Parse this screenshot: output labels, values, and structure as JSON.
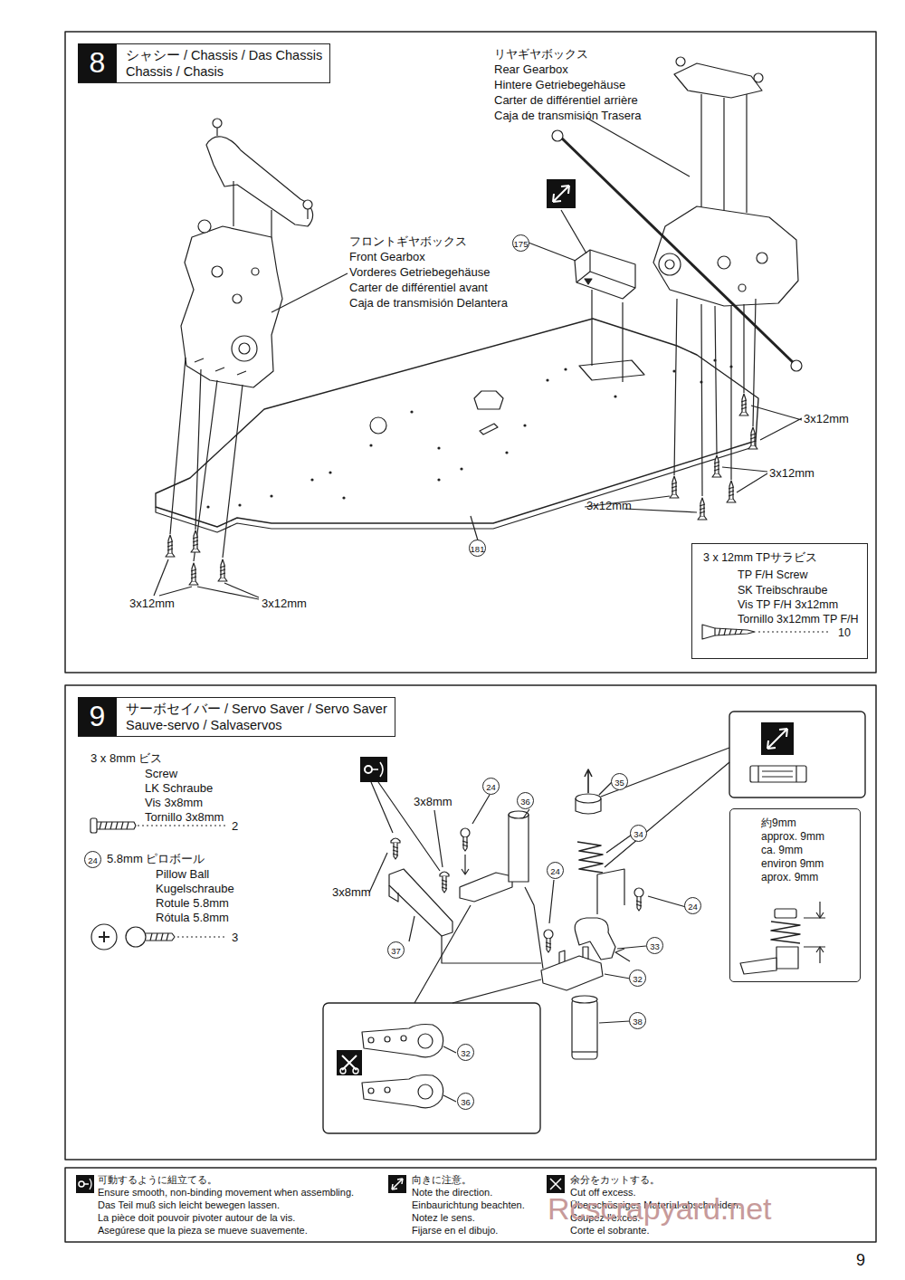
{
  "diagram": {
    "nodes": [
      {
        "text": [
          "8",
          "シャシー / Chassis / Das Chassis",
          "Chassis / Chasis"
        ]
      },
      {
        "text": [
          "3 x 12mm TPサラビス",
          "TP F/H Screw",
          "SK Treibschraube",
          "Vis TP F/H 3x12mm",
          "Tornillo 3x12mm TP F/H",
          "10"
        ]
      },
      {
        "text": [
          "9",
          "サーボセイバー / Servo Saver / Servo Saver",
          "Sauve-servo / Salvaservos"
        ]
      },
      {
        "text": [
          "約9mm",
          "approx. 9mm",
          "ca. 9mm",
          "environ 9mm",
          "aprox. 9mm"
        ]
      }
    ],
    "labels": [
      "リヤギヤボックス",
      "Rear Gearbox",
      "Hintere Getriebegehäuse",
      "Carter de différentiel arrière",
      "Caja de transmisión Trasera",
      "フロントギヤボックス",
      "Front Gearbox",
      "Vorderes Getriebegehäuse",
      "Carter de différentiel avant",
      "Caja de transmisión Delantera",
      "175",
      "3x12mm",
      "3x12mm",
      "181",
      "3x12mm",
      "3x12mm",
      "3x12mm",
      "3 x 8mm ビス",
      "Screw",
      "LK Schraube",
      "Vis 3x8mm",
      "Tornillo 3x8mm",
      "2",
      "24",
      "5.8mm ピロボール",
      "Pillow Ball",
      "Kugelschraube",
      "Rotule 5.8mm",
      "Rótula 5.8mm",
      "3",
      "3x8mm",
      "24",
      "36",
      "35",
      "34",
      "3x8mm",
      "24",
      "24",
      "37",
      "33",
      "32",
      "38",
      "32",
      "36",
      "Rcscrapyard.net",
      "9"
    ],
    "legend": [
      {
        "text": "可動するように組立てる。"
      },
      {
        "text": "Ensure smooth, non-binding movement when assembling."
      },
      {
        "text": "Das Teil muß sich leicht bewegen lassen."
      },
      {
        "text": "La pièce doit pouvoir pivoter autour de la vis."
      },
      {
        "text": "Asegúrese que la pieza se mueve suavemente."
      },
      {
        "text": "向きに注意。"
      },
      {
        "text": "Note the direction."
      },
      {
        "text": "Einbaurichtung beachten."
      },
      {
        "text": "Notez le sens."
      },
      {
        "text": "Fijarse en el dibujo."
      },
      {
        "text": "余分をカットする。"
      },
      {
        "text": "Cut off excess."
      },
      {
        "text": "Überschüssiges Material abschneiden."
      },
      {
        "text": "Coupez l'excès."
      },
      {
        "text": "Corte el sobrante."
      }
    ]
  }
}
